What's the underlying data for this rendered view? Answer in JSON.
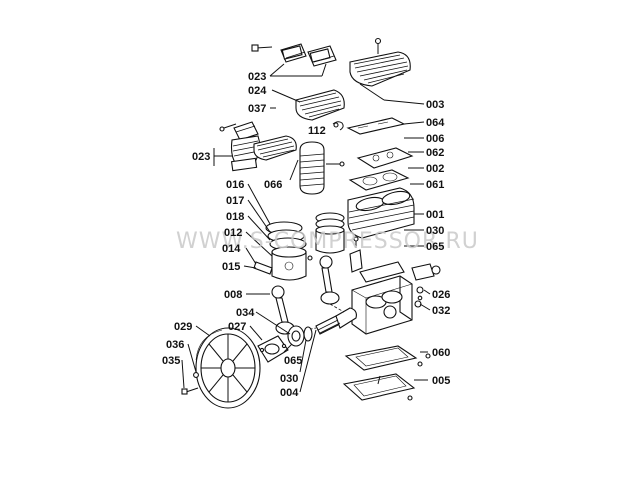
{
  "watermark": "WWW.S-COMPRESSOR.RU",
  "labels": [
    {
      "id": "023a",
      "text": "023"
    },
    {
      "id": "003",
      "text": "003"
    },
    {
      "id": "024",
      "text": "024"
    },
    {
      "id": "037",
      "text": "037"
    },
    {
      "id": "112",
      "text": "112"
    },
    {
      "id": "064",
      "text": "064"
    },
    {
      "id": "023b",
      "text": "023"
    },
    {
      "id": "006",
      "text": "006"
    },
    {
      "id": "062",
      "text": "062"
    },
    {
      "id": "066",
      "text": "066"
    },
    {
      "id": "002",
      "text": "002"
    },
    {
      "id": "016",
      "text": "016"
    },
    {
      "id": "061",
      "text": "061"
    },
    {
      "id": "017",
      "text": "017"
    },
    {
      "id": "018",
      "text": "018"
    },
    {
      "id": "001",
      "text": "001"
    },
    {
      "id": "012",
      "text": "012"
    },
    {
      "id": "030a",
      "text": "030"
    },
    {
      "id": "014",
      "text": "014"
    },
    {
      "id": "065a",
      "text": "065"
    },
    {
      "id": "015",
      "text": "015"
    },
    {
      "id": "008",
      "text": "008"
    },
    {
      "id": "026",
      "text": "026"
    },
    {
      "id": "032",
      "text": "032"
    },
    {
      "id": "034",
      "text": "034"
    },
    {
      "id": "029",
      "text": "029"
    },
    {
      "id": "027",
      "text": "027"
    },
    {
      "id": "036",
      "text": "036"
    },
    {
      "id": "065b",
      "text": "065"
    },
    {
      "id": "060",
      "text": "060"
    },
    {
      "id": "035",
      "text": "035"
    },
    {
      "id": "030b",
      "text": "030"
    },
    {
      "id": "005",
      "text": "005"
    },
    {
      "id": "004",
      "text": "004"
    }
  ]
}
